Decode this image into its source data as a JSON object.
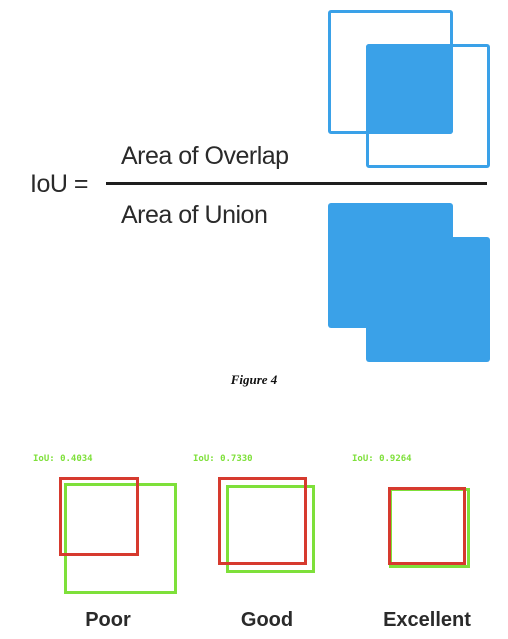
{
  "formula": {
    "lhs": "IoU =",
    "numerator": "Area of Overlap",
    "denominator": "Area of Union"
  },
  "caption": "Figure 4",
  "colors": {
    "overlap_blue": "#3aa1e8",
    "ground_truth_green": "#7ee03a",
    "prediction_red": "#d63a2e"
  },
  "examples": [
    {
      "iou_label": "IoU: 0.4034",
      "rating": "Poor"
    },
    {
      "iou_label": "IoU: 0.7330",
      "rating": "Good"
    },
    {
      "iou_label": "IoU: 0.9264",
      "rating": "Excellent"
    }
  ]
}
